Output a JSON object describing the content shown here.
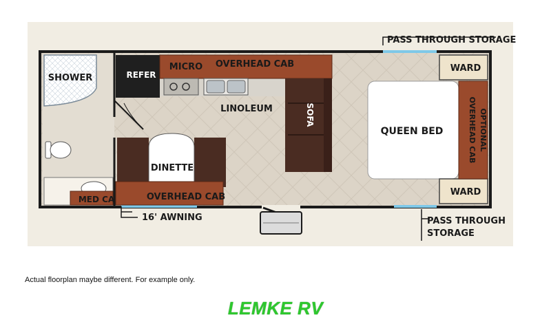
{
  "floorplan": {
    "labels": {
      "shower": "SHOWER",
      "refer": "REFER",
      "micro": "MICRO",
      "overhead_cab_top": "OVERHEAD CAB",
      "linoleum": "LINOLEUM",
      "sofa": "SOFA",
      "queen_bed": "QUEEN BED",
      "ward_top": "WARD",
      "ward_bottom": "WARD",
      "optional_line1": "OPTIONAL",
      "optional_line2": "OVERHEAD CAB",
      "dinette": "DINETTE",
      "overhead_cab_bottom": "OVERHEAD CAB",
      "med_cab": "MED CA",
      "awning": "16' AWNING",
      "pass_storage_top": "PASS THROUGH STORAGE",
      "pass_storage_bottom_line1": "PASS THROUGH",
      "pass_storage_bottom_line2": "STORAGE"
    },
    "colors": {
      "background": "#f1ede3",
      "floor": "#d9d1c4",
      "wall": "#1a1a1a",
      "cabinet": "#9a4a2c",
      "sofa": "#4a2c22",
      "bed": "#ffffff",
      "window": "#7ec8e8"
    }
  },
  "footer": {
    "disclaimer": "Actual floorplan maybe different. For example only.",
    "brand": "LEMKE RV"
  }
}
